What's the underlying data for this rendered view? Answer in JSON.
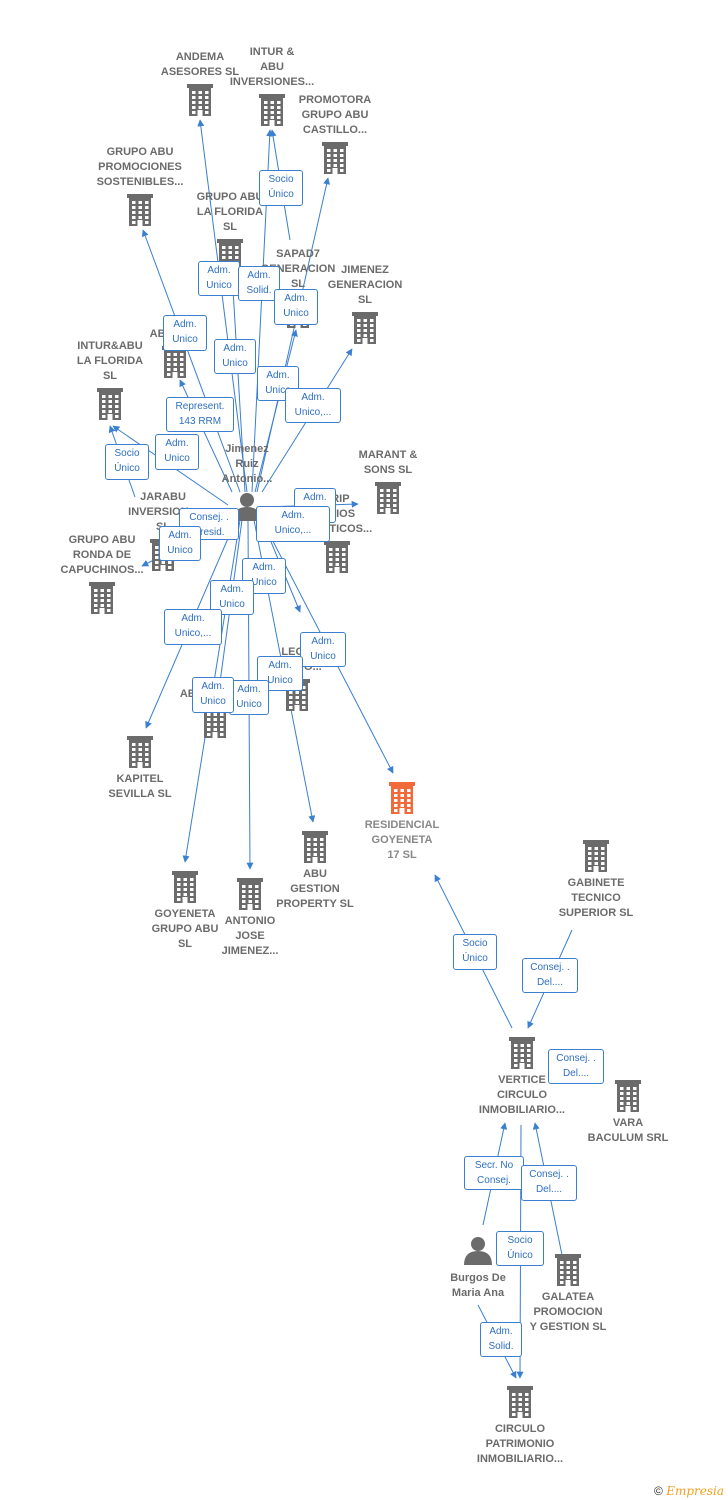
{
  "nodes": [
    {
      "id": "andema",
      "label": "ANDEMA\nASESORES  SL",
      "type": "company"
    },
    {
      "id": "intur_abu",
      "label": "INTUR &\nABU\nINVERSIONES...",
      "type": "company"
    },
    {
      "id": "promotora",
      "label": "PROMOTORA\nGRUPO ABU\nCASTILLO...",
      "type": "company"
    },
    {
      "id": "grupo_abu_prom",
      "label": "GRUPO ABU\nPROMOCIONES\nSOSTENIBLES...",
      "type": "company"
    },
    {
      "id": "grupo_abu_florida",
      "label": "GRUPO ABU\nLA FLORIDA\nSL",
      "type": "company"
    },
    {
      "id": "sapad7",
      "label": "SAPAD7\nGENERACION\nSL",
      "type": "company"
    },
    {
      "id": "jimenez_gen",
      "label": "JIMENEZ\nGENERACION\nSL",
      "type": "company"
    },
    {
      "id": "abu_c",
      "label": "ABU C...L",
      "type": "company"
    },
    {
      "id": "intur_abu_florida",
      "label": "INTUR&ABU\nLA FLORIDA\nSL",
      "type": "company"
    },
    {
      "id": "jimenez_ruiz",
      "label": "Jimenez\nRuiz\nAntonio...",
      "type": "person"
    },
    {
      "id": "marant",
      "label": "MARANT &\nSONS  SL",
      "type": "company"
    },
    {
      "id": "jarabu",
      "label": "JARABU\nINVERSION...\nSL",
      "type": "company"
    },
    {
      "id": "trip",
      "label": "TRIP\n...CIOS\n...RISTICOS...",
      "type": "company"
    },
    {
      "id": "grupo_abu_ronda",
      "label": "GRUPO ABU\nRONDA DE\nCAPUCHINOS...",
      "type": "company"
    },
    {
      "id": "lego",
      "label": "LEGO\nGRUPO...",
      "type": "company"
    },
    {
      "id": "abu_siglo",
      "label": "ABU SIGLO...",
      "type": "company"
    },
    {
      "id": "kapitel",
      "label": "KAPITEL\nSEVILLA  SL",
      "type": "company"
    },
    {
      "id": "residencial",
      "label": "RESIDENCIAL\nGOYENETA\n17  SL",
      "type": "main"
    },
    {
      "id": "abu_gestion",
      "label": "ABU\nGESTION\nPROPERTY  SL",
      "type": "company"
    },
    {
      "id": "goyeneta_grupo",
      "label": "GOYENETA\nGRUPO ABU\nSL",
      "type": "company"
    },
    {
      "id": "antonio_jose",
      "label": "ANTONIO\nJOSE\nJIMENEZ...",
      "type": "company"
    },
    {
      "id": "gabinete",
      "label": "GABINETE\nTECNICO\nSUPERIOR SL",
      "type": "company"
    },
    {
      "id": "vertice",
      "label": "VERTICE\nCIRCULO\nINMOBILIARIO...",
      "type": "company"
    },
    {
      "id": "vara",
      "label": "VARA\nBACULUM SRL",
      "type": "company"
    },
    {
      "id": "burgos",
      "label": "Burgos De\nMaria Ana",
      "type": "person"
    },
    {
      "id": "galatea",
      "label": "GALATEA\nPROMOCION\nY GESTION  SL",
      "type": "company"
    },
    {
      "id": "circulo",
      "label": "CIRCULO\nPATRIMONIO\nINMOBILIARIO...",
      "type": "company"
    }
  ],
  "edges": [
    {
      "from": "jimenez_ruiz",
      "to": "andema"
    },
    {
      "from": "jimenez_ruiz",
      "to": "intur_abu"
    },
    {
      "from": "grupo_abu_florida",
      "to": "intur_abu"
    },
    {
      "from": "jimenez_ruiz",
      "to": "promotora"
    },
    {
      "from": "jimenez_ruiz",
      "to": "grupo_abu_prom"
    },
    {
      "from": "jimenez_ruiz",
      "to": "grupo_abu_florida"
    },
    {
      "from": "jimenez_ruiz",
      "to": "sapad7"
    },
    {
      "from": "jimenez_ruiz",
      "to": "jimenez_gen"
    },
    {
      "from": "jimenez_ruiz",
      "to": "abu_c"
    },
    {
      "from": "jimenez_ruiz",
      "to": "intur_abu_florida"
    },
    {
      "from": "jarabu",
      "to": "intur_abu_florida"
    },
    {
      "from": "jimenez_ruiz",
      "to": "trip"
    },
    {
      "from": "jimenez_ruiz",
      "to": "grupo_abu_ronda"
    },
    {
      "from": "jimenez_ruiz",
      "to": "lego"
    },
    {
      "from": "jimenez_ruiz",
      "to": "abu_siglo"
    },
    {
      "from": "jimenez_ruiz",
      "to": "kapitel"
    },
    {
      "from": "jimenez_ruiz",
      "to": "residencial"
    },
    {
      "from": "jimenez_ruiz",
      "to": "abu_gestion"
    },
    {
      "from": "jimenez_ruiz",
      "to": "goyeneta_grupo"
    },
    {
      "from": "jimenez_ruiz",
      "to": "antonio_jose"
    },
    {
      "from": "vertice",
      "to": "residencial"
    },
    {
      "from": "gabinete",
      "to": "vertice"
    },
    {
      "from": "galatea",
      "to": "vertice"
    },
    {
      "from": "burgos",
      "to": "vertice"
    },
    {
      "from": "vertice",
      "to": "circulo"
    },
    {
      "from": "burgos",
      "to": "circulo"
    }
  ],
  "relations": [
    "Socio\nÚnico",
    "Adm.\nUnico",
    "Adm.\nSolid.",
    "Adm.\nUnico",
    "Adm.\nUnico",
    "Adm.\nUnico",
    "Adm.\nUnico",
    "Adm.\nUnico,...",
    "Represent.\n143 RRM",
    "Adm.\nUnico",
    "Socio\nÚnico",
    "Adm.\nSolid.",
    "Consej. .\nPresid.",
    "Adm.\nUnico,...",
    "Adm.\nUnico",
    "Adm.\nUnico",
    "Adm.\nUnico",
    "Adm.\nUnico,...",
    "Adm.\nUnico",
    "Adm.\nUnico",
    "Adm.\nUnico",
    "Adm.\nUnico",
    "Socio\nÚnico",
    "Consej. .\nDel....",
    "Consej. .\nDel....",
    "Secr.  No\nConsej.",
    "Consej. .\nDel....",
    "Socio\nÚnico",
    "Adm.\nSolid."
  ],
  "footer": {
    "copyright": "©",
    "brand": "Empresia"
  },
  "colors": {
    "edge": "#3a7fd0",
    "company": "#6b6b6b",
    "main": "#f26a3a",
    "person": "#6b6b6b"
  }
}
